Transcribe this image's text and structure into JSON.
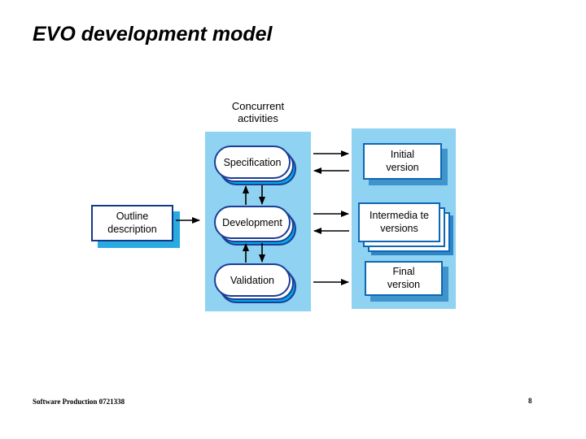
{
  "slide": {
    "title": "EVO development model",
    "footer": "Software Production 0721338",
    "page_number": "8"
  },
  "diagram": {
    "concurrent_label": {
      "line1": "Concurrent",
      "line2": "activities"
    },
    "activities": [
      {
        "label": "Specification"
      },
      {
        "label": "Development"
      },
      {
        "label": "Validation"
      }
    ],
    "outline_box": {
      "line1": "Outline",
      "line2": "description"
    },
    "artifacts": [
      {
        "line1": "Initial",
        "line2": "version"
      },
      {
        "line1": "Intermedia te",
        "line2": "versions"
      },
      {
        "line1": "Final",
        "line2": "version"
      }
    ],
    "colors": {
      "panel_blue": "#8FD2F1",
      "cyan_shadow": "#00A9E9",
      "navy_border": "#1B3E96",
      "right_box_border": "#0E67B4",
      "right_box_shadow": "#3F94CC",
      "arrow": "#000000"
    }
  }
}
